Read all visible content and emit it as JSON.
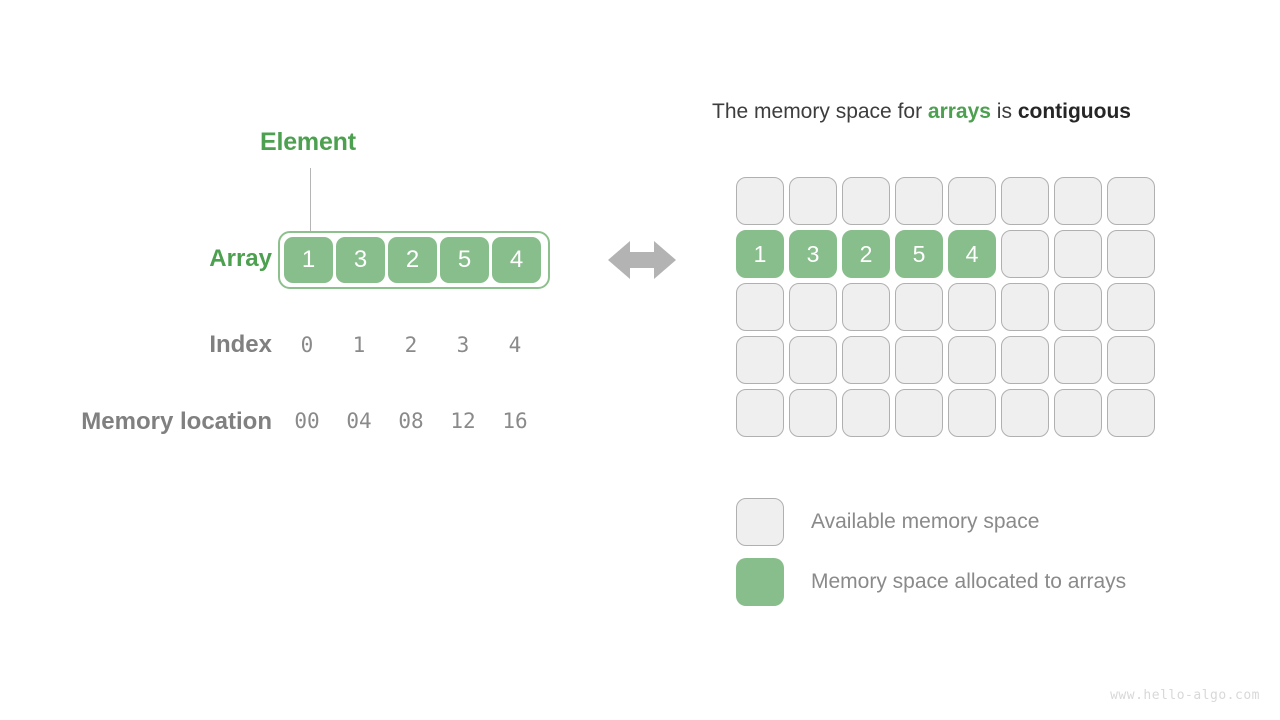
{
  "colors": {
    "green_fill": "#88bd8c",
    "green_text": "#4ca050",
    "grid_empty_fill": "#efefef",
    "grid_empty_border": "#b0b0b0",
    "gray_text": "#8a8a8a",
    "dark_text": "#262626",
    "arrow_gray": "#b3b3b3"
  },
  "left": {
    "element_callout": "Element",
    "labels": {
      "array": "Array",
      "index": "Index",
      "memory_location": "Memory location"
    },
    "array_values": [
      "1",
      "3",
      "2",
      "5",
      "4"
    ],
    "indices": [
      "0",
      "1",
      "2",
      "3",
      "4"
    ],
    "memory_locations": [
      "00",
      "04",
      "08",
      "12",
      "16"
    ],
    "arrow_icon": "double-headed-arrow-icon"
  },
  "right": {
    "title": {
      "part1": "The memory space for ",
      "accent": "arrays",
      "part2": " is ",
      "strong": "contiguous"
    },
    "grid": {
      "columns": 8,
      "rows": 5,
      "filled_row_index": 1,
      "filled_values": [
        "1",
        "3",
        "2",
        "5",
        "4"
      ],
      "cells": [
        [
          "",
          "",
          "",
          "",
          "",
          "",
          "",
          ""
        ],
        [
          "1",
          "3",
          "2",
          "5",
          "4",
          "",
          "",
          ""
        ],
        [
          "",
          "",
          "",
          "",
          "",
          "",
          "",
          ""
        ],
        [
          "",
          "",
          "",
          "",
          "",
          "",
          "",
          ""
        ],
        [
          "",
          "",
          "",
          "",
          "",
          "",
          "",
          ""
        ]
      ]
    },
    "legend": [
      {
        "swatch": "available",
        "label": "Available memory space"
      },
      {
        "swatch": "allocated",
        "label": "Memory space allocated to arrays"
      }
    ]
  },
  "footer": {
    "watermark": "www.hello-algo.com"
  }
}
